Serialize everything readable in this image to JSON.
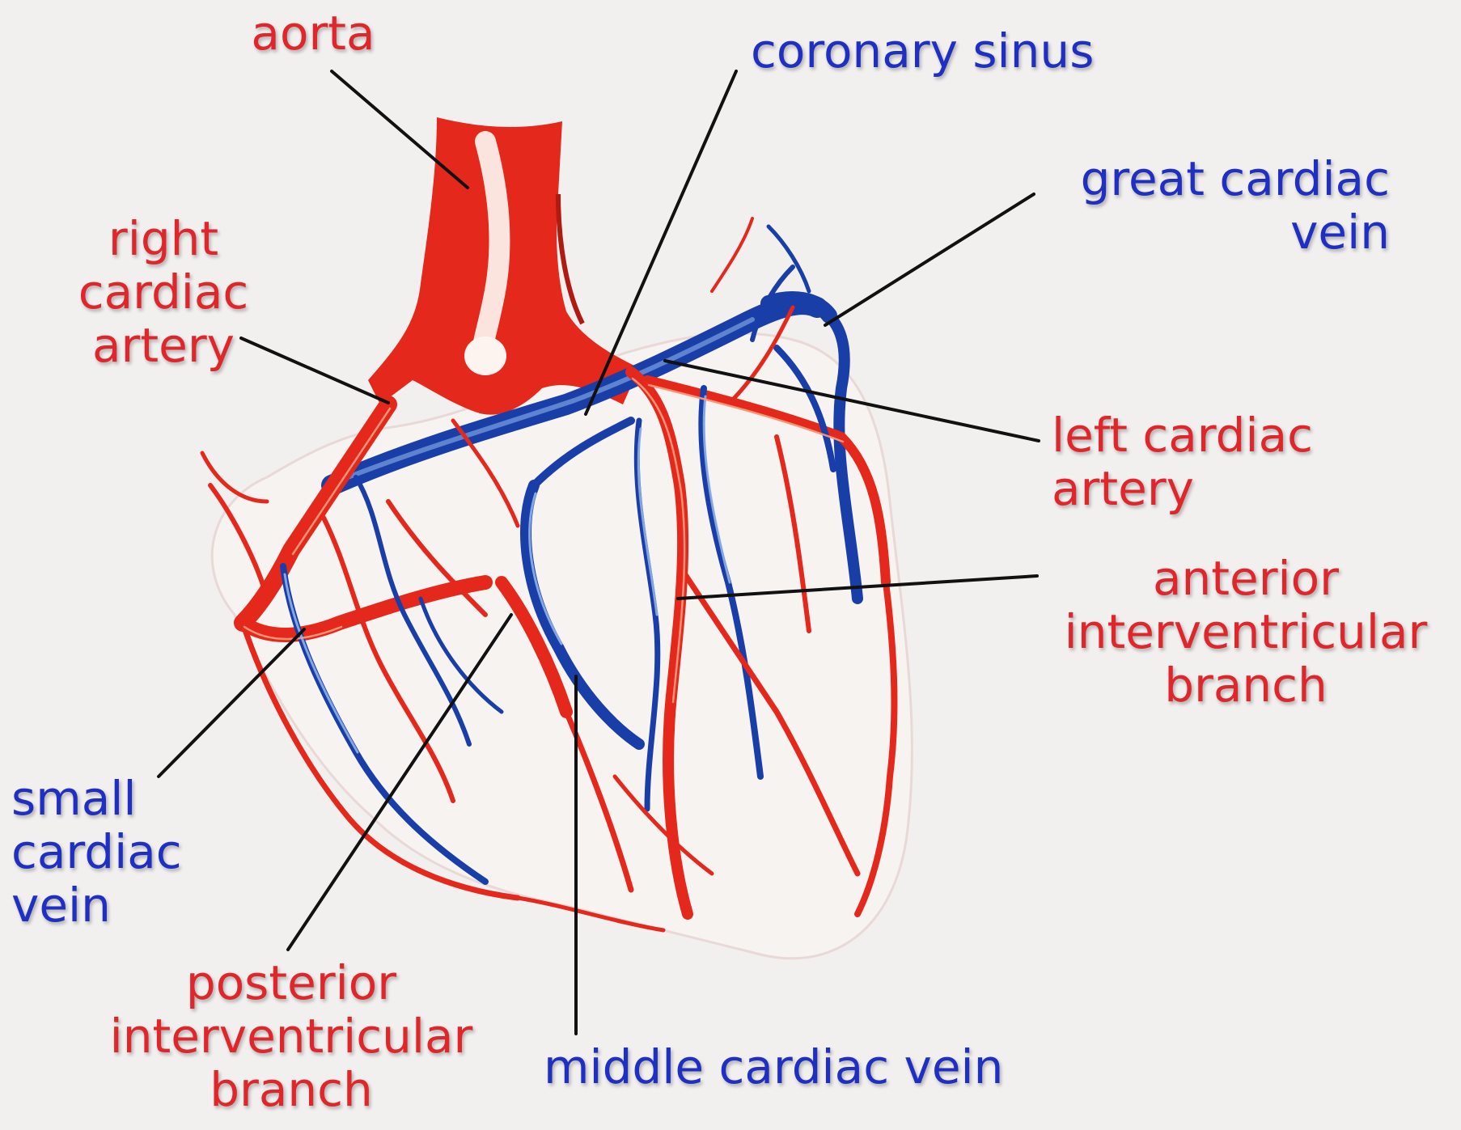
{
  "colors": {
    "background": "#f1f0ef",
    "artery": "#e5281c",
    "artery_light": "#f2694a",
    "vein": "#1a3ea8",
    "vein_light": "#6f95d8",
    "leader": "#111111",
    "artery_label": "#e0262a",
    "vein_label": "#1f2fc4"
  },
  "labels": {
    "aorta": {
      "lines": [
        "aorta"
      ],
      "kind": "artery"
    },
    "coronary_sinus": {
      "lines": [
        "coronary sinus"
      ],
      "kind": "vein"
    },
    "great_cardiac_vein": {
      "lines": [
        "great cardiac",
        "vein"
      ],
      "kind": "vein"
    },
    "right_cardiac_artery": {
      "lines": [
        "right",
        "cardiac",
        "artery"
      ],
      "kind": "artery"
    },
    "left_cardiac_artery": {
      "lines": [
        "left cardiac",
        "artery"
      ],
      "kind": "artery"
    },
    "anterior_interventricular_branch": {
      "lines": [
        "anterior",
        "interventricular",
        "branch"
      ],
      "kind": "artery"
    },
    "small_cardiac_vein": {
      "lines": [
        "small",
        "cardiac",
        "vein"
      ],
      "kind": "vein"
    },
    "posterior_interventricular_branch": {
      "lines": [
        "posterior",
        "interventricular",
        "branch"
      ],
      "kind": "artery"
    },
    "middle_cardiac_vein": {
      "lines": [
        "middle cardiac vein"
      ],
      "kind": "vein"
    }
  }
}
